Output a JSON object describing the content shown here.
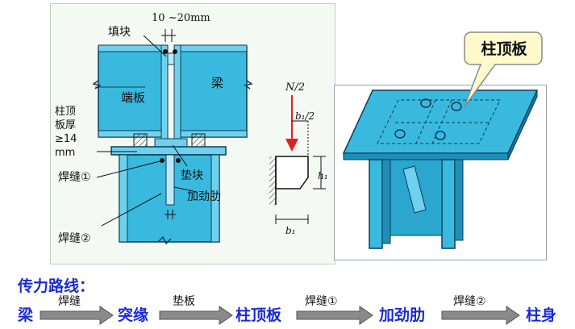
{
  "left_diagram": {
    "gap_label": "10 ~20mm",
    "filler_label": "填块",
    "endplate_label": "端板",
    "beam_label": "梁",
    "cap_thickness_label": [
      "柱顶",
      "板厚",
      "≥14",
      "mm"
    ],
    "weld1_label": "焊缝①",
    "weld2_label": "焊缝②",
    "pad_label": "垫块",
    "stiffener_label": "加劲肋"
  },
  "small_diagram": {
    "load_label": "N/2",
    "half_b_label": "b₁/2",
    "h_label": "h₁",
    "b_label": "b₁"
  },
  "callout": {
    "label": "柱顶板"
  },
  "route": {
    "title": "传力路线：",
    "nodes": [
      "梁",
      "突缘",
      "柱顶板",
      "加劲肋",
      "柱身"
    ],
    "edges": [
      "焊缝",
      "垫板",
      "焊缝①",
      "焊缝②"
    ]
  }
}
